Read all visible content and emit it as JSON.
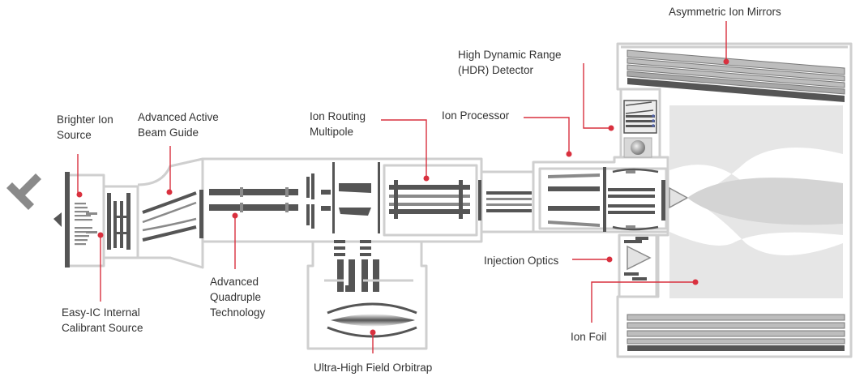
{
  "diagram": {
    "labels": {
      "brighter_ion_source": [
        "Brighter Ion",
        "Source"
      ],
      "advanced_active_beam_guide": [
        "Advanced Active",
        "Beam Guide"
      ],
      "ion_routing_multipole": [
        "Ion Routing",
        "Multipole"
      ],
      "ion_processor": [
        "Ion Processor"
      ],
      "hdr_detector": [
        "High Dynamic Range",
        "(HDR) Detector"
      ],
      "asymmetric_ion_mirrors": [
        "Asymmetric Ion Mirrors"
      ],
      "easy_ic_source": [
        "Easy-IC Internal",
        "Calibrant Source"
      ],
      "advanced_quadruple_technology": [
        "Advanced",
        "Quadruple",
        "Technology"
      ],
      "ultra_high_field_orbitrap": [
        "Ultra-High Field Orbitrap"
      ],
      "injection_optics": [
        "Injection Optics"
      ],
      "ion_foil": [
        "Ion Foil"
      ]
    },
    "colors": {
      "accent": "#d9303e",
      "housing": "#cfcfcf",
      "component_dark": "#555555",
      "component_mid": "#8a8a8a",
      "ion_beam": "#e6e6e6",
      "text": "#333333"
    }
  }
}
